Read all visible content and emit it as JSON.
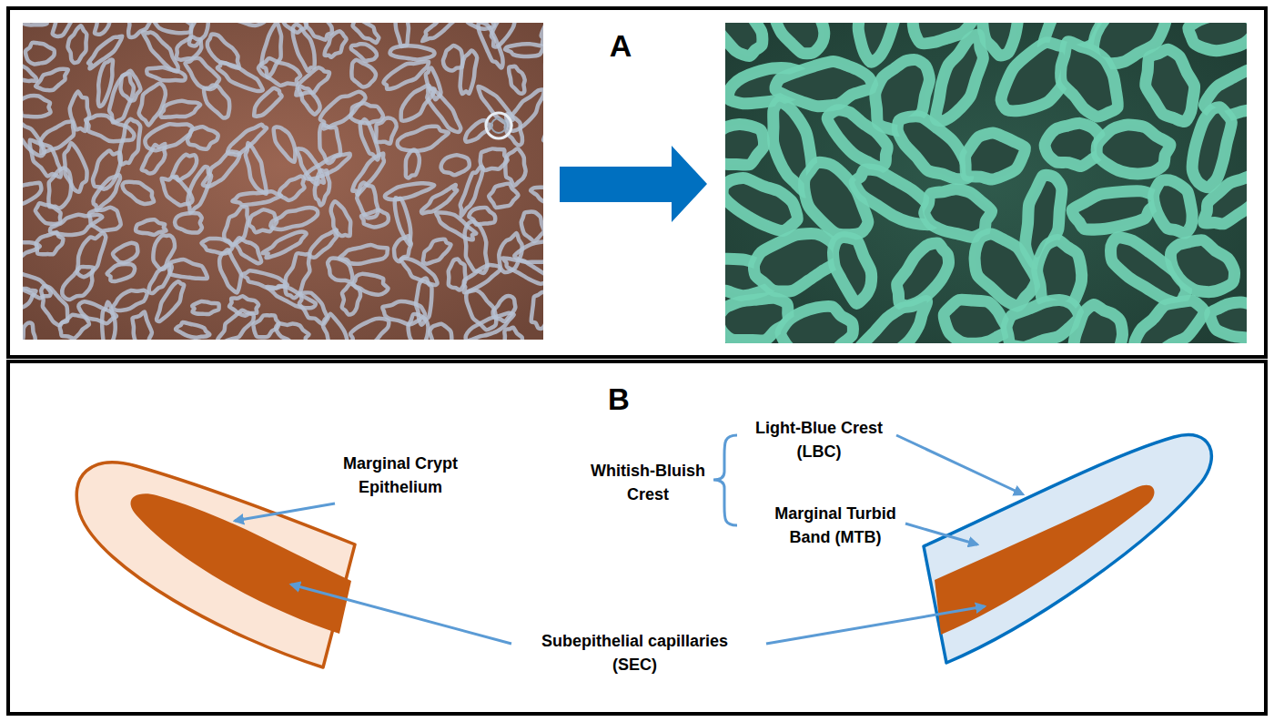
{
  "diagram": {
    "labels": [
      "A",
      "B",
      "Marginal Crypt Epithelium",
      "Whitish-Bluish Crest",
      "Light-Blue Crest (LBC)",
      "Marginal Turbid Band (MTB)",
      "Subepithelial capillaries (SEC)"
    ]
  }
}
